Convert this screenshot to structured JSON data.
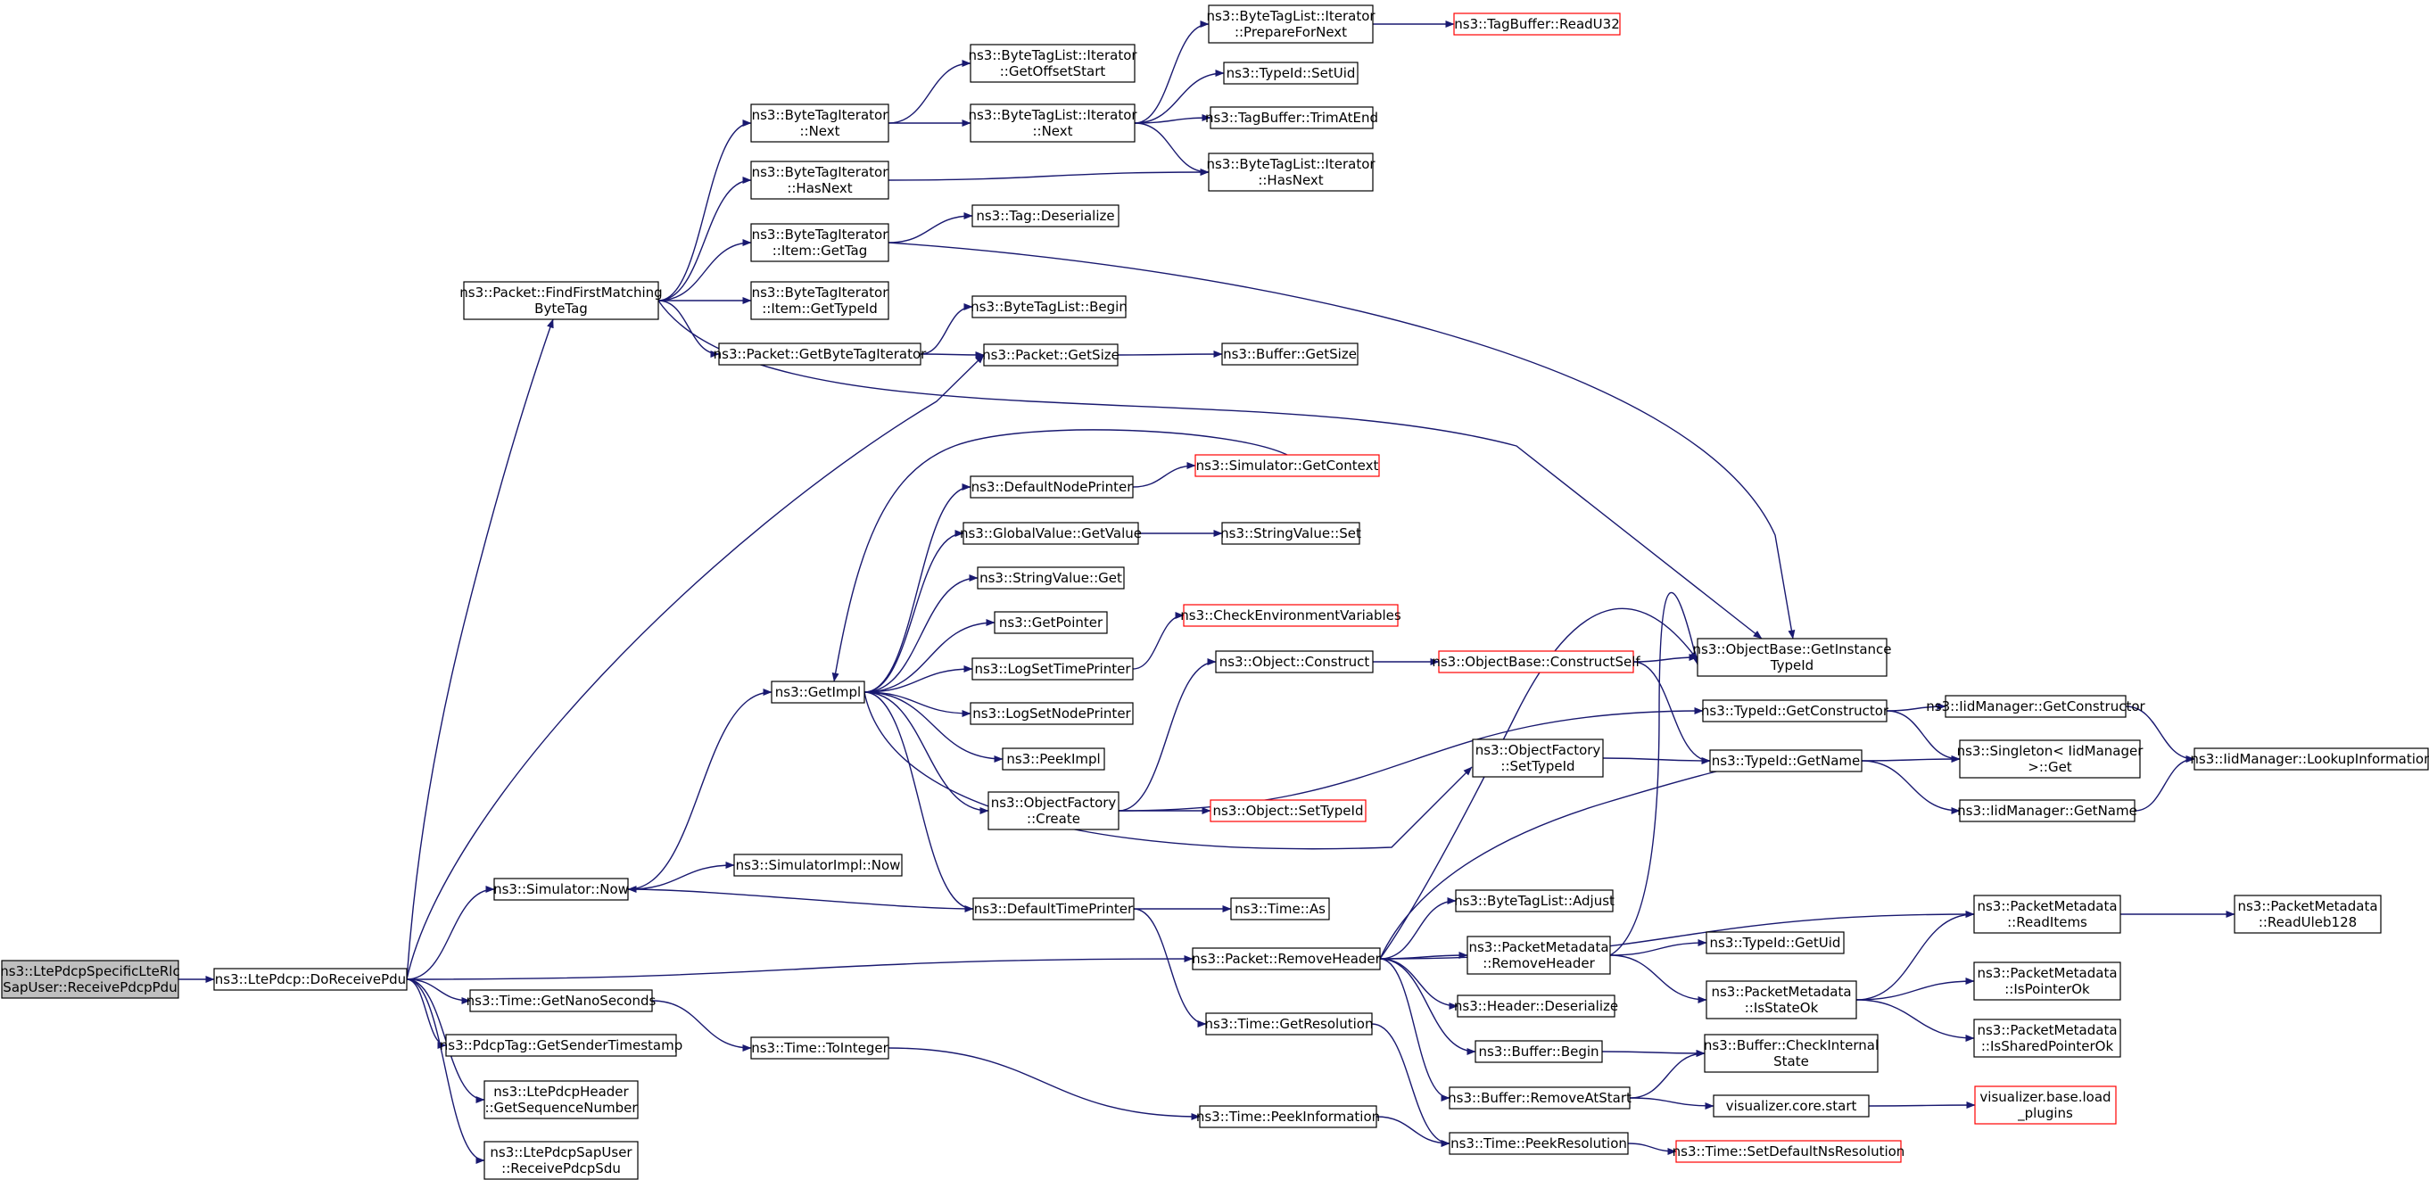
{
  "colors": {
    "edge": "#191970",
    "node_border": "#000000",
    "node_border_truncated": "#ff0000",
    "node_fill": "#ffffff",
    "root_fill": "#bfbfbf"
  },
  "nodes": [
    {
      "id": "root",
      "lines": [
        "ns3::LtePdcpSpecificLteRlc",
        "SapUser::ReceivePdcpPdu"
      ],
      "style": "root"
    },
    {
      "id": "doReceivePdu",
      "lines": [
        "ns3::LtePdcp::DoReceivePdu"
      ],
      "style": "normal"
    },
    {
      "id": "findFirstMatchingByteTag",
      "lines": [
        "ns3::Packet::FindFirstMatching",
        "ByteTag"
      ],
      "style": "normal"
    },
    {
      "id": "getSize",
      "lines": [
        "ns3::Packet::GetSize"
      ],
      "style": "normal"
    },
    {
      "id": "simNow",
      "lines": [
        "ns3::Simulator::Now"
      ],
      "style": "normal"
    },
    {
      "id": "removeHeader",
      "lines": [
        "ns3::Packet::RemoveHeader"
      ],
      "style": "normal"
    },
    {
      "id": "getNanoSeconds",
      "lines": [
        "ns3::Time::GetNanoSeconds"
      ],
      "style": "normal"
    },
    {
      "id": "getSenderTimestamp",
      "lines": [
        "ns3::PdcpTag::GetSenderTimestamp"
      ],
      "style": "normal"
    },
    {
      "id": "getSequenceNumber",
      "lines": [
        "ns3::LtePdcpHeader",
        "::GetSequenceNumber"
      ],
      "style": "normal"
    },
    {
      "id": "receivePdcpSdu",
      "lines": [
        "ns3::LtePdcpSapUser",
        "::ReceivePdcpSdu"
      ],
      "style": "normal"
    },
    {
      "id": "btiNext",
      "lines": [
        "ns3::ByteTagIterator",
        "::Next"
      ],
      "style": "normal"
    },
    {
      "id": "btiHasNext",
      "lines": [
        "ns3::ByteTagIterator",
        "::HasNext"
      ],
      "style": "normal"
    },
    {
      "id": "btiItemGetTag",
      "lines": [
        "ns3::ByteTagIterator",
        "::Item::GetTag"
      ],
      "style": "normal"
    },
    {
      "id": "btiItemGetTypeId",
      "lines": [
        "ns3::ByteTagIterator",
        "::Item::GetTypeId"
      ],
      "style": "normal"
    },
    {
      "id": "getByteTagIterator",
      "lines": [
        "ns3::Packet::GetByteTagIterator"
      ],
      "style": "normal"
    },
    {
      "id": "getInstanceTypeId",
      "lines": [
        "ns3::ObjectBase::GetInstance",
        "TypeId"
      ],
      "style": "normal"
    },
    {
      "id": "btlGetOffsetStart",
      "lines": [
        "ns3::ByteTagList::Iterator",
        "::GetOffsetStart"
      ],
      "style": "normal"
    },
    {
      "id": "btlNext",
      "lines": [
        "ns3::ByteTagList::Iterator",
        "::Next"
      ],
      "style": "normal"
    },
    {
      "id": "btlPrepareForNext",
      "lines": [
        "ns3::ByteTagList::Iterator",
        "::PrepareForNext"
      ],
      "style": "normal"
    },
    {
      "id": "readU32",
      "lines": [
        "ns3::TagBuffer::ReadU32"
      ],
      "style": "truncated"
    },
    {
      "id": "typeIdSetUid",
      "lines": [
        "ns3::TypeId::SetUid"
      ],
      "style": "normal"
    },
    {
      "id": "trimAtEnd",
      "lines": [
        "ns3::TagBuffer::TrimAtEnd"
      ],
      "style": "normal"
    },
    {
      "id": "btlHasNext",
      "lines": [
        "ns3::ByteTagList::Iterator",
        "::HasNext"
      ],
      "style": "normal"
    },
    {
      "id": "tagDeserialize",
      "lines": [
        "ns3::Tag::Deserialize"
      ],
      "style": "normal"
    },
    {
      "id": "btlBegin",
      "lines": [
        "ns3::ByteTagList::Begin"
      ],
      "style": "normal"
    },
    {
      "id": "bufferGetSize",
      "lines": [
        "ns3::Buffer::GetSize"
      ],
      "style": "normal"
    },
    {
      "id": "getImpl",
      "lines": [
        "ns3::GetImpl"
      ],
      "style": "normal"
    },
    {
      "id": "simImplNow",
      "lines": [
        "ns3::SimulatorImpl::Now"
      ],
      "style": "normal"
    },
    {
      "id": "defaultNodePrinter",
      "lines": [
        "ns3::DefaultNodePrinter"
      ],
      "style": "normal"
    },
    {
      "id": "simGetContext",
      "lines": [
        "ns3::Simulator::GetContext"
      ],
      "style": "truncated"
    },
    {
      "id": "globalValueGetValue",
      "lines": [
        "ns3::GlobalValue::GetValue"
      ],
      "style": "normal"
    },
    {
      "id": "stringValueSet",
      "lines": [
        "ns3::StringValue::Set"
      ],
      "style": "normal"
    },
    {
      "id": "stringValueGet",
      "lines": [
        "ns3::StringValue::Get"
      ],
      "style": "normal"
    },
    {
      "id": "getPointer",
      "lines": [
        "ns3::GetPointer"
      ],
      "style": "normal"
    },
    {
      "id": "logSetTimePrinter",
      "lines": [
        "ns3::LogSetTimePrinter"
      ],
      "style": "normal"
    },
    {
      "id": "checkEnvVars",
      "lines": [
        "ns3::CheckEnvironmentVariables"
      ],
      "style": "truncated"
    },
    {
      "id": "logSetNodePrinter",
      "lines": [
        "ns3::LogSetNodePrinter"
      ],
      "style": "normal"
    },
    {
      "id": "peekImpl",
      "lines": [
        "ns3::PeekImpl"
      ],
      "style": "normal"
    },
    {
      "id": "objectFactoryCreate",
      "lines": [
        "ns3::ObjectFactory",
        "::Create"
      ],
      "style": "normal"
    },
    {
      "id": "objectConstruct",
      "lines": [
        "ns3::Object::Construct"
      ],
      "style": "normal"
    },
    {
      "id": "constructSelf",
      "lines": [
        "ns3::ObjectBase::ConstructSelf"
      ],
      "style": "truncated"
    },
    {
      "id": "objectSetTypeId",
      "lines": [
        "ns3::Object::SetTypeId"
      ],
      "style": "truncated"
    },
    {
      "id": "objectFactorySetTypeId",
      "lines": [
        "ns3::ObjectFactory",
        "::SetTypeId"
      ],
      "style": "normal"
    },
    {
      "id": "typeIdGetConstructor",
      "lines": [
        "ns3::TypeId::GetConstructor"
      ],
      "style": "normal"
    },
    {
      "id": "typeIdGetName",
      "lines": [
        "ns3::TypeId::GetName"
      ],
      "style": "normal"
    },
    {
      "id": "iidGetConstructor",
      "lines": [
        "ns3::IidManager::GetConstructor"
      ],
      "style": "normal"
    },
    {
      "id": "singletonGet",
      "lines": [
        "ns3::Singleton< IidManager",
        " >::Get"
      ],
      "style": "normal"
    },
    {
      "id": "iidGetName",
      "lines": [
        "ns3::IidManager::GetName"
      ],
      "style": "normal"
    },
    {
      "id": "iidLookupInformation",
      "lines": [
        "ns3::IidManager::LookupInformation"
      ],
      "style": "normal"
    },
    {
      "id": "defaultTimePrinter",
      "lines": [
        "ns3::DefaultTimePrinter"
      ],
      "style": "normal"
    },
    {
      "id": "timeAs",
      "lines": [
        "ns3::Time::As"
      ],
      "style": "normal"
    },
    {
      "id": "btlAdjust",
      "lines": [
        "ns3::ByteTagList::Adjust"
      ],
      "style": "normal"
    },
    {
      "id": "pmRemoveHeader",
      "lines": [
        "ns3::PacketMetadata",
        "::RemoveHeader"
      ],
      "style": "normal"
    },
    {
      "id": "typeIdGetUid",
      "lines": [
        "ns3::TypeId::GetUid"
      ],
      "style": "normal"
    },
    {
      "id": "pmReadItems",
      "lines": [
        "ns3::PacketMetadata",
        "::ReadItems"
      ],
      "style": "normal"
    },
    {
      "id": "pmReadUleb128",
      "lines": [
        "ns3::PacketMetadata",
        "::ReadUleb128"
      ],
      "style": "normal"
    },
    {
      "id": "pmIsStateOk",
      "lines": [
        "ns3::PacketMetadata",
        "::IsStateOk"
      ],
      "style": "normal"
    },
    {
      "id": "pmIsPointerOk",
      "lines": [
        "ns3::PacketMetadata",
        "::IsPointerOk"
      ],
      "style": "normal"
    },
    {
      "id": "pmIsSharedPointerOk",
      "lines": [
        "ns3::PacketMetadata",
        "::IsSharedPointerOk"
      ],
      "style": "normal"
    },
    {
      "id": "headerDeserialize",
      "lines": [
        "ns3::Header::Deserialize"
      ],
      "style": "normal"
    },
    {
      "id": "bufferBegin",
      "lines": [
        "ns3::Buffer::Begin"
      ],
      "style": "normal"
    },
    {
      "id": "bufferCheckInternalState",
      "lines": [
        "ns3::Buffer::CheckInternal",
        "State"
      ],
      "style": "normal"
    },
    {
      "id": "bufferRemoveAtStart",
      "lines": [
        "ns3::Buffer::RemoveAtStart"
      ],
      "style": "normal"
    },
    {
      "id": "visualizerCoreStart",
      "lines": [
        "visualizer.core.start"
      ],
      "style": "normal"
    },
    {
      "id": "visualizerLoadPlugins",
      "lines": [
        "visualizer.base.load",
        "_plugins"
      ],
      "style": "truncated"
    },
    {
      "id": "timeGetResolution",
      "lines": [
        "ns3::Time::GetResolution"
      ],
      "style": "normal"
    },
    {
      "id": "timeToInteger",
      "lines": [
        "ns3::Time::ToInteger"
      ],
      "style": "normal"
    },
    {
      "id": "timePeekInformation",
      "lines": [
        "ns3::Time::PeekInformation"
      ],
      "style": "normal"
    },
    {
      "id": "timePeekResolution",
      "lines": [
        "ns3::Time::PeekResolution"
      ],
      "style": "normal"
    },
    {
      "id": "timeSetDefaultNsResolution",
      "lines": [
        "ns3::Time::SetDefaultNsResolution"
      ],
      "style": "truncated"
    }
  ],
  "edges": [
    [
      "root",
      "doReceivePdu"
    ],
    [
      "doReceivePdu",
      "findFirstMatchingByteTag"
    ],
    [
      "doReceivePdu",
      "getSize"
    ],
    [
      "doReceivePdu",
      "simNow"
    ],
    [
      "doReceivePdu",
      "removeHeader"
    ],
    [
      "doReceivePdu",
      "getNanoSeconds"
    ],
    [
      "doReceivePdu",
      "getSenderTimestamp"
    ],
    [
      "doReceivePdu",
      "getSequenceNumber"
    ],
    [
      "doReceivePdu",
      "receivePdcpSdu"
    ],
    [
      "findFirstMatchingByteTag",
      "btiNext"
    ],
    [
      "findFirstMatchingByteTag",
      "btiHasNext"
    ],
    [
      "findFirstMatchingByteTag",
      "btiItemGetTag"
    ],
    [
      "findFirstMatchingByteTag",
      "btiItemGetTypeId"
    ],
    [
      "findFirstMatchingByteTag",
      "getByteTagIterator"
    ],
    [
      "findFirstMatchingByteTag",
      "getInstanceTypeId"
    ],
    [
      "btiNext",
      "btlGetOffsetStart"
    ],
    [
      "btiNext",
      "btlNext"
    ],
    [
      "btlNext",
      "btlPrepareForNext"
    ],
    [
      "btlNext",
      "typeIdSetUid"
    ],
    [
      "btlNext",
      "trimAtEnd"
    ],
    [
      "btlNext",
      "btlHasNext"
    ],
    [
      "btlPrepareForNext",
      "readU32"
    ],
    [
      "btiHasNext",
      "btlHasNext"
    ],
    [
      "btiItemGetTag",
      "tagDeserialize"
    ],
    [
      "btiItemGetTag",
      "getInstanceTypeId"
    ],
    [
      "getByteTagIterator",
      "btlBegin"
    ],
    [
      "getByteTagIterator",
      "getSize"
    ],
    [
      "getSize",
      "bufferGetSize"
    ],
    [
      "simNow",
      "getImpl"
    ],
    [
      "simNow",
      "simImplNow"
    ],
    [
      "getImpl",
      "defaultNodePrinter"
    ],
    [
      "getImpl",
      "globalValueGetValue"
    ],
    [
      "getImpl",
      "stringValueGet"
    ],
    [
      "getImpl",
      "getPointer"
    ],
    [
      "getImpl",
      "logSetTimePrinter"
    ],
    [
      "getImpl",
      "logSetNodePrinter"
    ],
    [
      "getImpl",
      "peekImpl"
    ],
    [
      "getImpl",
      "objectFactoryCreate"
    ],
    [
      "getImpl",
      "defaultTimePrinter"
    ],
    [
      "getImpl",
      "objectFactorySetTypeId"
    ],
    [
      "defaultNodePrinter",
      "simGetContext"
    ],
    [
      "simGetContext",
      "getImpl"
    ],
    [
      "globalValueGetValue",
      "stringValueSet"
    ],
    [
      "logSetTimePrinter",
      "checkEnvVars"
    ],
    [
      "objectFactoryCreate",
      "objectConstruct"
    ],
    [
      "objectFactoryCreate",
      "objectSetTypeId"
    ],
    [
      "objectFactoryCreate",
      "typeIdGetConstructor"
    ],
    [
      "objectConstruct",
      "constructSelf"
    ],
    [
      "constructSelf",
      "getInstanceTypeId"
    ],
    [
      "constructSelf",
      "typeIdGetName"
    ],
    [
      "objectFactorySetTypeId",
      "typeIdGetName"
    ],
    [
      "typeIdGetConstructor",
      "iidGetConstructor"
    ],
    [
      "typeIdGetConstructor",
      "singletonGet"
    ],
    [
      "typeIdGetName",
      "singletonGet"
    ],
    [
      "typeIdGetName",
      "iidGetName"
    ],
    [
      "iidGetConstructor",
      "iidLookupInformation"
    ],
    [
      "iidGetName",
      "iidLookupInformation"
    ],
    [
      "defaultTimePrinter",
      "simNow"
    ],
    [
      "defaultTimePrinter",
      "timeAs"
    ],
    [
      "defaultTimePrinter",
      "timeGetResolution"
    ],
    [
      "removeHeader",
      "getInstanceTypeId"
    ],
    [
      "removeHeader",
      "typeIdGetName"
    ],
    [
      "removeHeader",
      "btlAdjust"
    ],
    [
      "removeHeader",
      "pmRemoveHeader"
    ],
    [
      "removeHeader",
      "headerDeserialize"
    ],
    [
      "removeHeader",
      "bufferBegin"
    ],
    [
      "removeHeader",
      "bufferRemoveAtStart"
    ],
    [
      "removeHeader",
      "pmReadItems"
    ],
    [
      "pmRemoveHeader",
      "getInstanceTypeId"
    ],
    [
      "pmRemoveHeader",
      "typeIdGetUid"
    ],
    [
      "pmRemoveHeader",
      "pmIsStateOk"
    ],
    [
      "pmReadItems",
      "pmReadUleb128"
    ],
    [
      "pmIsStateOk",
      "pmReadItems"
    ],
    [
      "pmIsStateOk",
      "pmIsPointerOk"
    ],
    [
      "pmIsStateOk",
      "pmIsSharedPointerOk"
    ],
    [
      "bufferBegin",
      "bufferCheckInternalState"
    ],
    [
      "bufferRemoveAtStart",
      "bufferCheckInternalState"
    ],
    [
      "bufferRemoveAtStart",
      "visualizerCoreStart"
    ],
    [
      "visualizerCoreStart",
      "visualizerLoadPlugins"
    ],
    [
      "timeGetResolution",
      "timePeekResolution"
    ],
    [
      "getNanoSeconds",
      "timeToInteger"
    ],
    [
      "timeToInteger",
      "timePeekInformation"
    ],
    [
      "timePeekInformation",
      "timePeekResolution"
    ],
    [
      "timePeekResolution",
      "timeSetDefaultNsResolution"
    ]
  ]
}
